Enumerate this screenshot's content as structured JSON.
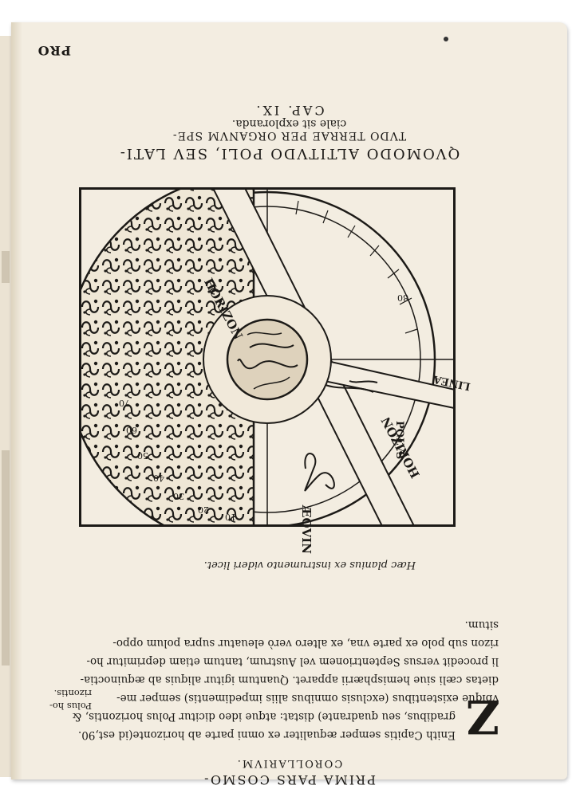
{
  "book": {
    "catchword": "PRO",
    "chapter_title_line1": "QVOMODO ALTITVDO POLI, SEV LATI-",
    "chapter_title_line2": "TVDO TERRAE PER ORGANVM SPE-",
    "chapter_title_line3": "ciale sit exploranda.",
    "chapter_number": "CAP. IX.",
    "figure_caption": "Hæc planius ex instrumento videri licet.",
    "figure_labels": {
      "horizon_top": "HORIZON",
      "horizon_bottom": "HORIZON",
      "polus": "POLVS",
      "linea": "LINEA",
      "aequin": "ÆQVIN",
      "scale_numbers": [
        "10",
        "20",
        "30",
        "40",
        "50",
        "60",
        "70",
        "80"
      ]
    },
    "dropcap": "Z",
    "body_lines": [
      "Enith Capitis semper æqualiter ex omni parte ab horizonte(id est,90.",
      "gradibus, seu quadrante) distat: atque ideo dicitur Polus horizontis, &",
      "vbique existentibus (exclusis omnibus aliis impedimentis) semper me-",
      "dietas cæli siue hemisphærii apparet. Quantum igitur aliquis ab æquinoctia-",
      "li procedit versus Septentrionem vel Austrum, tantum etiam deprimitur ho-",
      "rizon sub polo ex parte vna, ex altero verò eleuatur supra polum oppo-",
      "situm."
    ],
    "margin_note_line1": "Polus ho-",
    "margin_note_line2": "rizontis.",
    "section_title": "COROLLARIVM.",
    "running_head": "PRIMA PARS COSMO-"
  }
}
